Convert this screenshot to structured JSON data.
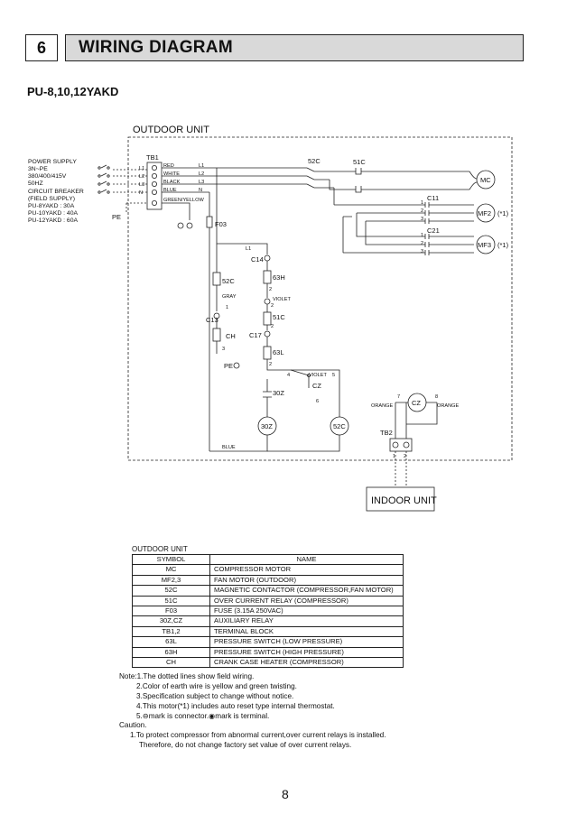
{
  "header": {
    "section_number": "6",
    "title": "WIRING DIAGRAM"
  },
  "model": "PU-8,10,12YAKD",
  "diagram": {
    "outdoor_unit_label": "OUTDOOR UNIT",
    "indoor_unit_label": "INDOOR UNIT",
    "power_supply": [
      "POWER SUPPLY",
      "3N~PE",
      "380/400/415V",
      "50HZ"
    ],
    "breaker": [
      "CIRCUIT BREAKER",
      "(FIELD SUPPLY)",
      "PU-8YAKD  : 30A",
      "PU-10YAKD : 40A",
      "PU-12YAKD : 60A"
    ],
    "pe": "PE",
    "tb1": "TB1",
    "tb2": "TB2",
    "tb1_terminals": [
      "L1",
      "L2",
      "L3",
      "N"
    ],
    "wire_colors": [
      "RED",
      "WHITE",
      "BLACK",
      "BLUE",
      "GREEN/YELLOW"
    ],
    "line_labels": [
      "L1",
      "L2",
      "L3",
      "N"
    ],
    "c52": "52C",
    "c51": "51C",
    "mc": "MC",
    "c11": "C11",
    "c21": "C21",
    "mf2": "MF2",
    "mf3": "MF3",
    "star1": "(*1)",
    "f03": "F03",
    "l1_small": "L1",
    "c14": "C14",
    "h63": "63H",
    "c52_coil": "52C",
    "gray": "GRAY",
    "violet": "VIOLET",
    "r51c": "51C",
    "c13": "C13",
    "ch": "CH",
    "c17": "C17",
    "l63": "63L",
    "pe2": "PE",
    "cz": "CZ",
    "z30": "30Z",
    "coil30z": "30Z",
    "coil52c": "52C",
    "blue": "BLUE",
    "orange": "ORANGE",
    "cz_coil": "CZ",
    "tb2_terms": [
      "1",
      "2"
    ],
    "n1": "1",
    "n2": "2",
    "n3": "3",
    "n4": "4",
    "n5": "5",
    "n6": "6",
    "n7": "7",
    "n8": "8"
  },
  "legend": {
    "caption": "OUTDOOR UNIT",
    "headers": [
      "SYMBOL",
      "NAME"
    ],
    "rows": [
      {
        "symbol": "MC",
        "name": "COMPRESSOR MOTOR"
      },
      {
        "symbol": "MF2,3",
        "name": "FAN MOTOR (OUTDOOR)"
      },
      {
        "symbol": "52C",
        "name": "MAGNETIC CONTACTOR (COMPRESSOR,FAN MOTOR)"
      },
      {
        "symbol": "51C",
        "name": "OVER CURRENT RELAY (COMPRESSOR)"
      },
      {
        "symbol": "F03",
        "name": "FUSE (3.15A 250VAC)"
      },
      {
        "symbol": "30Z,CZ",
        "name": "AUXILIARY RELAY"
      },
      {
        "symbol": "TB1,2",
        "name": "TERMINAL BLOCK"
      },
      {
        "symbol": "63L",
        "name": "PRESSURE SWITCH (LOW PRESSURE)"
      },
      {
        "symbol": "63H",
        "name": "PRESSURE SWITCH (HIGH PRESSURE)"
      },
      {
        "symbol": "CH",
        "name": "CRANK CASE HEATER (COMPRESSOR)"
      }
    ]
  },
  "notes": {
    "lines": [
      "Note:1.The dotted lines show field wiring.",
      "2.Color of earth wire is yellow and green twisting.",
      "3.Specification subject to change without notice.",
      "4.This motor(*1) includes auto reset type internal thermostat.",
      "5.⊖mark is connector.◉mark is terminal."
    ]
  },
  "caution": {
    "title": "Caution.",
    "line1": "1.To protect compressor from abnormal current,over current relays is installed.",
    "line2": "Therefore, do not change factory set value of over current relays."
  },
  "page_number": "8"
}
